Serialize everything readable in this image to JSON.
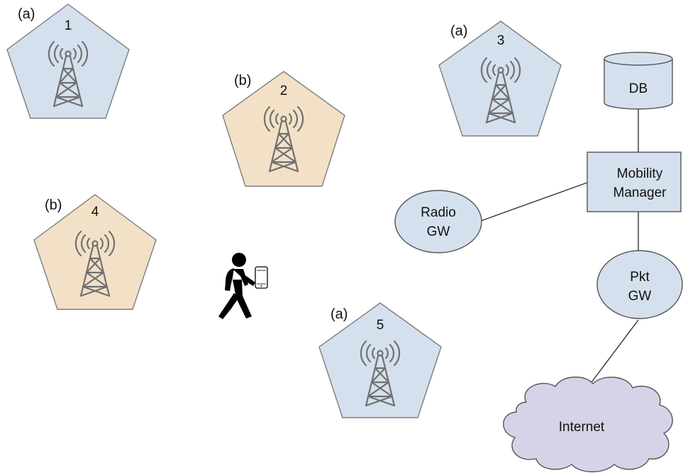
{
  "colors": {
    "cell_a": "#d5e0ee",
    "cell_b": "#f3e1c7",
    "cell_stroke": "#7d7d7d",
    "node_fill": "#d5e0ee",
    "node_stroke": "#555555",
    "internet_fill": "#d8d2e8",
    "tower": "#707070",
    "person": "#000000"
  },
  "cells": [
    {
      "id": "cell-1",
      "number": "1",
      "type": "(a)"
    },
    {
      "id": "cell-2",
      "number": "2",
      "type": "(b)"
    },
    {
      "id": "cell-3",
      "number": "3",
      "type": "(a)"
    },
    {
      "id": "cell-4",
      "number": "4",
      "type": "(b)"
    },
    {
      "id": "cell-5",
      "number": "5",
      "type": "(a)"
    }
  ],
  "nodes": {
    "db": {
      "label": "DB"
    },
    "mobility_manager": {
      "line1": "Mobility",
      "line2": "Manager"
    },
    "radio_gw": {
      "line1": "Radio",
      "line2": "GW"
    },
    "pkt_gw": {
      "line1": "Pkt",
      "line2": "GW"
    },
    "internet": {
      "label": "Internet"
    }
  },
  "icons": {
    "tower": "cell-tower-icon",
    "user": "walking-person-with-phone-icon"
  }
}
